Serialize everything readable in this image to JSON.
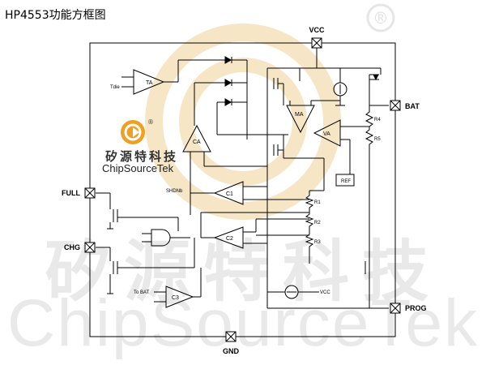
{
  "title": "HP4553功能方框图",
  "watermark": {
    "cn": "矽源特科技",
    "en": "ChipSourceTek",
    "reg": "®"
  },
  "logo": {
    "cn": "矽源特科技",
    "en": "ChipSourceTek",
    "reg": "®"
  },
  "pins": {
    "vcc": "VCC",
    "bat": "BAT",
    "full": "FULL",
    "chg": "CHG",
    "prog": "PROG",
    "gnd": "GND"
  },
  "blocks": {
    "ta": "TA",
    "ma": "MA",
    "ca": "CA",
    "va": "VA",
    "c1": "C1",
    "c2": "C2",
    "c3": "C3",
    "ref": "REF"
  },
  "labels": {
    "tdie": "Tdie",
    "shdnb": "SHDNb",
    "tobat": "To BAT",
    "vcc_source": "VCC",
    "r1": "R1",
    "r2": "R2",
    "r3": "R3",
    "r4": "R4",
    "r5": "R5"
  }
}
